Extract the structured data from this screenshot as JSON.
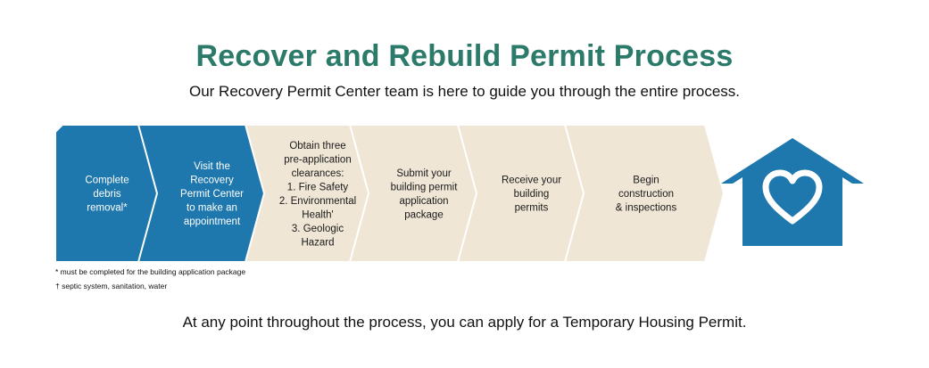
{
  "title": "Recover and Rebuild Permit Process",
  "subtitle": "Our Recovery Permit Center team is here to guide you through the entire process.",
  "steps": [
    {
      "lines": [
        "Complete",
        "debris",
        "removal*"
      ],
      "variant": "blue"
    },
    {
      "lines": [
        "Visit the",
        "Recovery",
        "Permit Center",
        "to make an",
        "appointment"
      ],
      "variant": "blue"
    },
    {
      "lines": [
        "Obtain three",
        "pre-application",
        "clearances:",
        "1. Fire Safety",
        "2. Environmental",
        "Health'",
        "3. Geologic",
        "Hazard"
      ],
      "variant": "beige"
    },
    {
      "lines": [
        "Submit your",
        "building permit",
        "application",
        "package"
      ],
      "variant": "beige"
    },
    {
      "lines": [
        "Receive your",
        "building",
        "permits"
      ],
      "variant": "beige"
    },
    {
      "lines": [
        "Begin",
        "construction",
        "& inspections"
      ],
      "variant": "beige"
    }
  ],
  "footnotes": [
    "* must be completed for the building application package",
    "† septic system, sanitation, water"
  ],
  "bottom_note": "At any point throughout the process, you can apply for a Temporary Housing Permit.",
  "icons": {
    "final": "house-heart-icon"
  },
  "colors": {
    "title": "#2b7a6a",
    "blue": "#1f78ad",
    "beige": "#efe6d6",
    "blue_text": "#ffffff",
    "beige_text": "#1a1a1a",
    "divider": "#ffffff"
  }
}
